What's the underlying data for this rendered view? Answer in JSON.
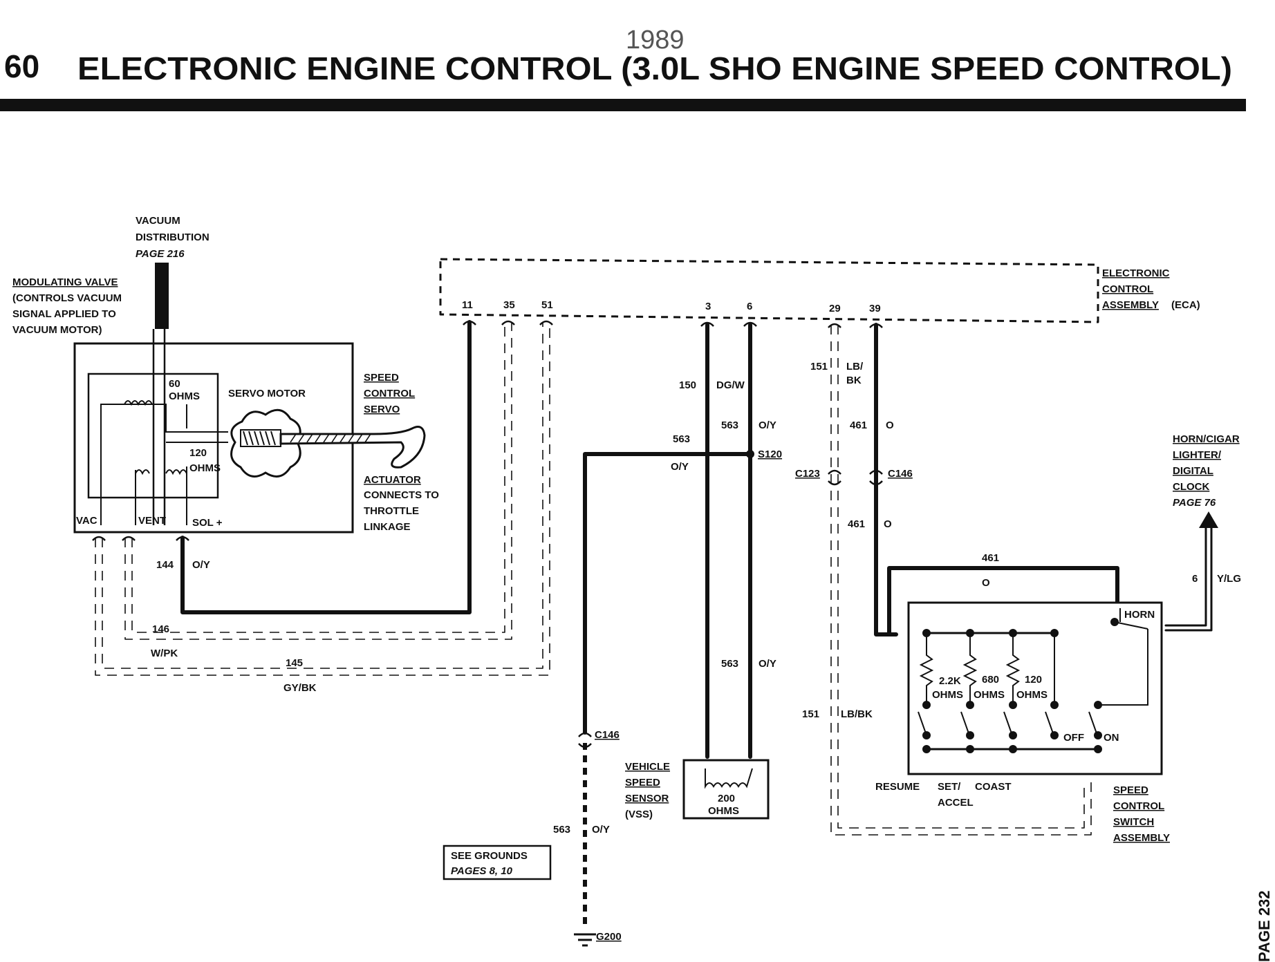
{
  "header": {
    "page_number": "60",
    "title": "ELECTRONIC ENGINE CONTROL (3.0L SHO ENGINE SPEED CONTROL)",
    "year_stamp": "1989",
    "side_page": "PAGE 232"
  },
  "eca": {
    "label_lines": [
      "ELECTRONIC",
      "CONTROL",
      "ASSEMBLY"
    ],
    "label_suffix": "(ECA)",
    "pins": [
      "11",
      "35",
      "51",
      "3",
      "6",
      "29",
      "39"
    ]
  },
  "vacuum": {
    "lines": [
      "VACUUM",
      "DISTRIBUTION"
    ],
    "page_ref": "PAGE 216"
  },
  "modulating_valve": {
    "lines": [
      "MODULATING VALVE",
      "(CONTROLS VACUUM",
      "SIGNAL APPLIED TO",
      "VACUUM MOTOR)"
    ]
  },
  "servo": {
    "title_lines": [
      "SPEED",
      "CONTROL",
      "SERVO"
    ],
    "servo_motor": "SERVO MOTOR",
    "r60": [
      "60",
      "OHMS"
    ],
    "r120": [
      "120",
      "OHMS"
    ],
    "terminals": [
      "VAC",
      "VENT",
      "SOL +"
    ],
    "actuator_lines": [
      "ACTUATOR",
      "CONNECTS TO",
      "THROTTLE",
      "LINKAGE"
    ]
  },
  "wires": {
    "w144": "144",
    "w144_color": "O/Y",
    "w146": "146",
    "w146_color": "W/PK",
    "w145": "145",
    "w145_color": "GY/BK",
    "w150": "150",
    "w150_color": "DG/W",
    "w563": "563",
    "w563_color": "O/Y",
    "w151": "151",
    "w151_color_a": "LB/",
    "w151_color_b": "BK",
    "w151_color_full": "LB/BK",
    "w461": "461",
    "w461_color": "O",
    "w6": "6",
    "w6_color": "Y/LG"
  },
  "connectors": {
    "s120": "S120",
    "c123": "C123",
    "c146": "C146",
    "g200": "G200"
  },
  "grounds_note": {
    "line1": "SEE GROUNDS",
    "line2": "PAGES 8, 10"
  },
  "vss": {
    "lines": [
      "VEHICLE",
      "SPEED",
      "SENSOR",
      "(VSS)"
    ],
    "resistance": [
      "200",
      "OHMS"
    ]
  },
  "horn": {
    "lines": [
      "HORN/CIGAR",
      "LIGHTER/",
      "DIGITAL",
      "CLOCK"
    ],
    "page_ref": "PAGE 76"
  },
  "switch": {
    "horn": "HORN",
    "r1": [
      "2.2K",
      "OHMS"
    ],
    "r2": [
      "680",
      "OHMS"
    ],
    "r3": [
      "120",
      "OHMS"
    ],
    "off": "OFF",
    "on": "ON",
    "resume": "RESUME",
    "set_a": "SET/",
    "set_b": "ACCEL",
    "coast": "COAST",
    "assembly_lines": [
      "SPEED",
      "CONTROL",
      "SWITCH",
      "ASSEMBLY"
    ]
  }
}
